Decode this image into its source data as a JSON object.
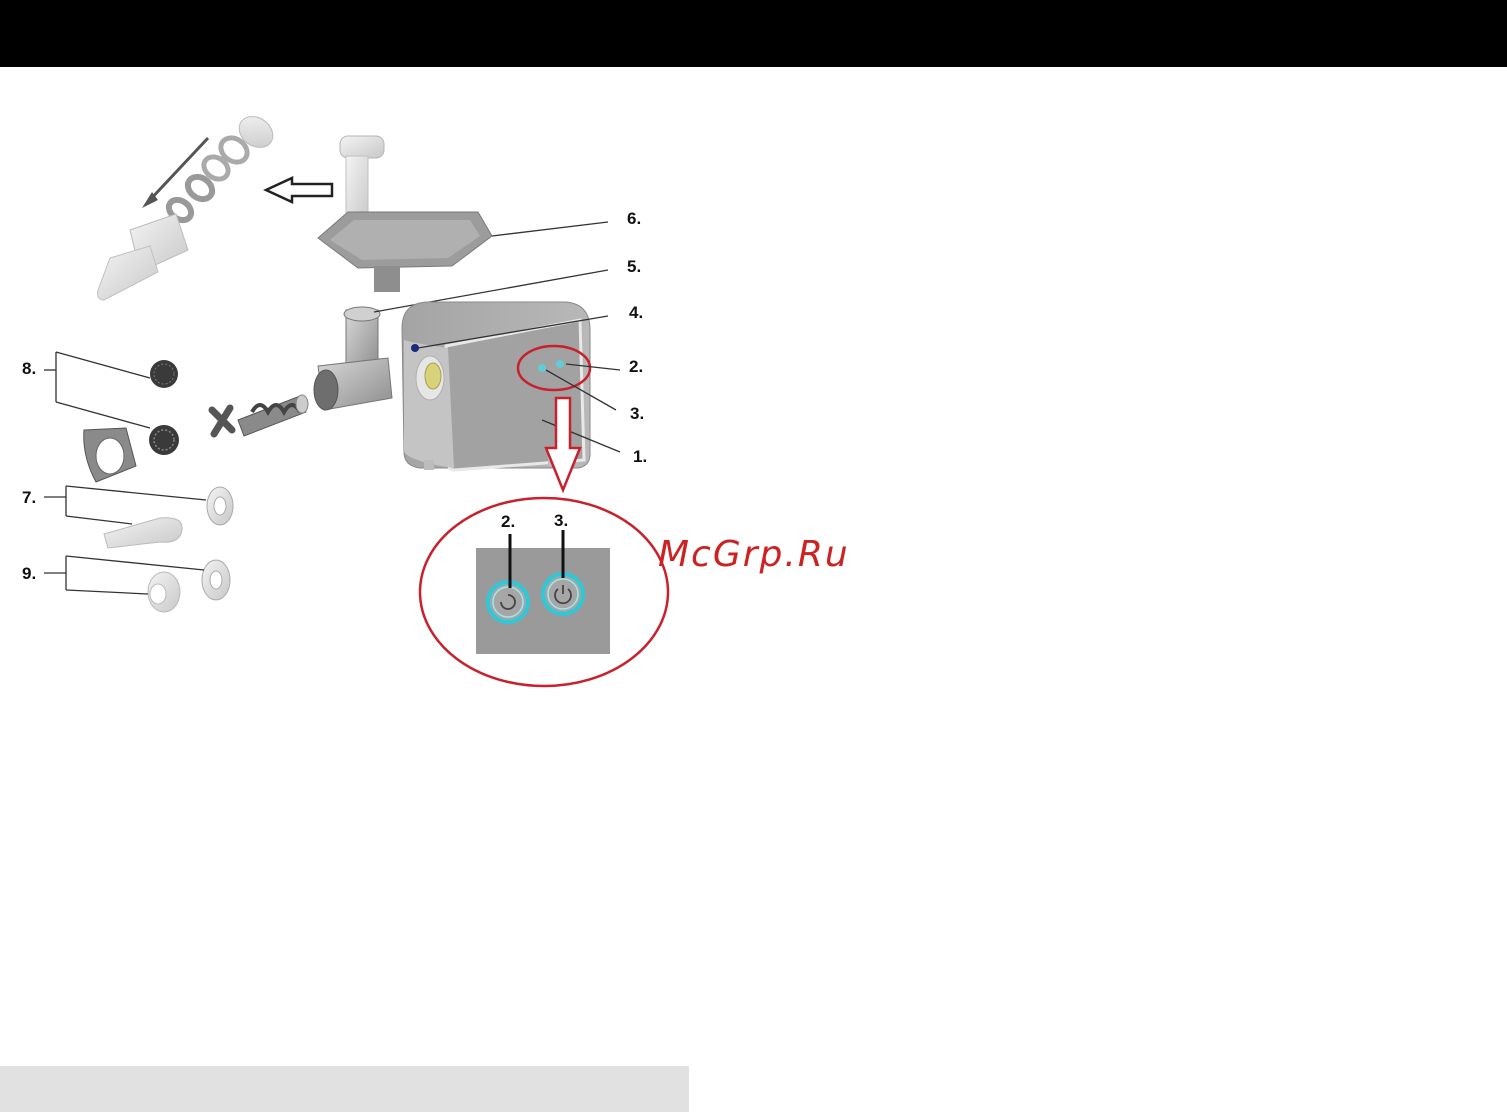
{
  "watermark": "McGrp.Ru",
  "callouts": {
    "c1": "1.",
    "c2": "2.",
    "c3": "3.",
    "c4": "4.",
    "c5": "5.",
    "c6": "6.",
    "c7": "7.",
    "c8": "8.",
    "c9": "9.",
    "zoom_2": "2.",
    "zoom_3": "3."
  },
  "colors": {
    "header": "#000000",
    "footer": "#e1e1e1",
    "highlight": "#c8202c",
    "button_ring": "#2ec8d8",
    "panel": "#9a9a9a",
    "watermark": "#cc2222"
  }
}
